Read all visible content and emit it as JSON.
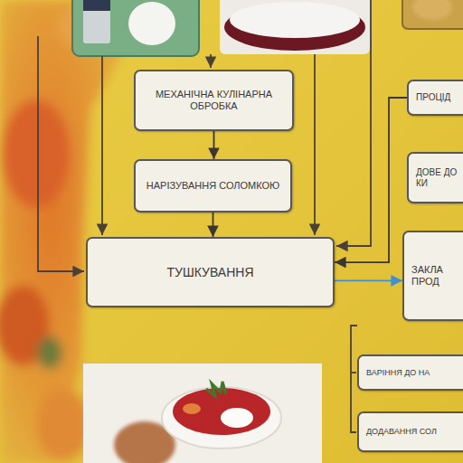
{
  "diagram": {
    "nodes": [
      {
        "text": [
          "МЕХАНІЧНА КУЛІНАРНА ОБРОБКА"
        ]
      },
      {
        "text": [
          "ПРОЦІД"
        ]
      },
      {
        "text": [
          "ДОВЕ ДО КИ"
        ]
      },
      {
        "text": [
          "НАРІЗУВАННЯ СОЛОМКОЮ"
        ]
      },
      {
        "text": [
          "ТУШКУВАННЯ"
        ]
      },
      {
        "text": [
          "ЗАКЛА ПРОД"
        ]
      },
      {
        "text": [
          "ВАРІННЯ ДО НА"
        ]
      },
      {
        "text": [
          "ДОДАВАННЯ СОЛ"
        ]
      }
    ],
    "edges": [
      {
        "from": 0,
        "to": 3,
        "arrow": "to"
      },
      {
        "from": 3,
        "to": 4,
        "arrow": "to"
      },
      {
        "from": 1,
        "to": 4,
        "arrow": "to"
      },
      {
        "from": 4,
        "to": 5,
        "arrow": "to"
      }
    ]
  }
}
